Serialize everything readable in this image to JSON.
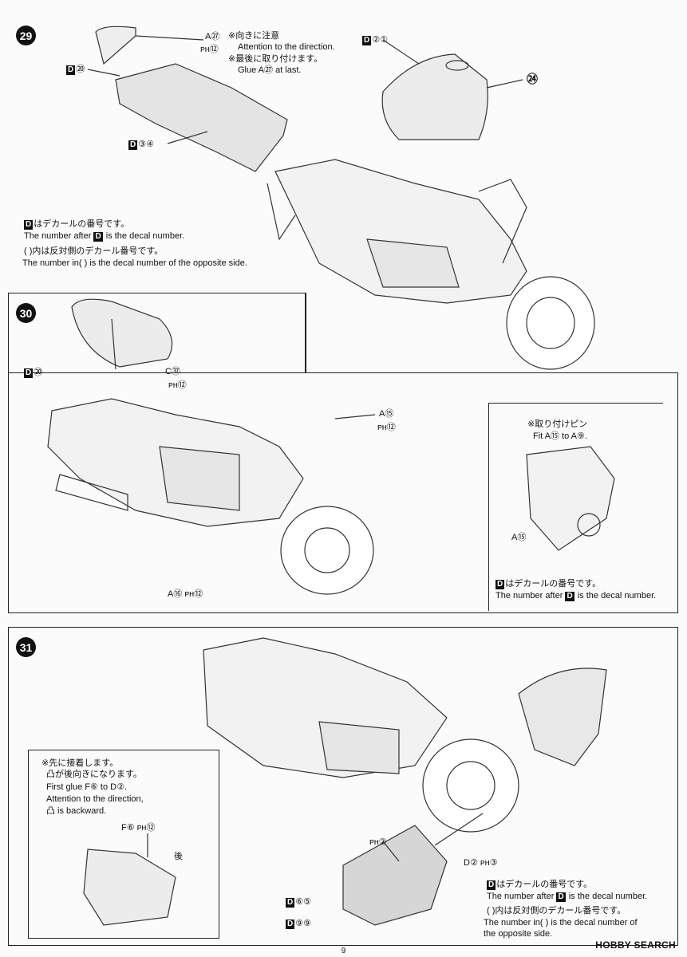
{
  "step29": {
    "number": "29",
    "label_a27": "A㉗",
    "label_ph12": "ᴘʜ⑫",
    "note_jp1": "※向きに注意",
    "note_en1": "Attention to the direction.",
    "note_jp2": "※最後に取り付けます。",
    "note_en2": "Glue A㉗ at last.",
    "label_d20": "⑳",
    "label_d34": "③④",
    "label_d21": "②①",
    "label_24": "㉔",
    "decal_jp": "はデカールの番号です。",
    "decal_en_pre": "The number after",
    "decal_en_post": "is the decal number.",
    "opp_jp": "( )内は反対側のデカール番号です。",
    "opp_en": "The number in( ) is the decal number of the opposite side."
  },
  "step30": {
    "number": "30",
    "label_d20": "⑳",
    "label_c37": "C㊲",
    "label_ph12a": "ᴘʜ⑫",
    "label_a15": "A⑮",
    "label_ph12b": "ᴘʜ⑫",
    "label_a16": "A⑯",
    "label_ph12c": "ᴘʜ⑫",
    "inset_jp": "※取り付けピン",
    "inset_en": "Fit A⑮ to A⑨.",
    "inset_a15": "A⑮",
    "decal_jp": "はデカールの番号です。",
    "decal_en_pre": "The number after",
    "decal_en_post": "is the decal number."
  },
  "step31": {
    "number": "31",
    "inset_l1": "※先に接着します。",
    "inset_l2": "凸が後向きになります。",
    "inset_l3": "First glue F⑥ to D②.",
    "inset_l4": "Attention to the direction,",
    "inset_l5": "凸 is backward.",
    "label_f6": "F⑥",
    "label_ph12": "ᴘʜ⑫",
    "label_back": "後",
    "label_ph2": "ᴘʜ②",
    "label_d2": "D②",
    "label_ph3": "ᴘʜ③",
    "label_d65": "⑥⑤",
    "label_d99": "⑨⑨",
    "decal_jp": "はデカールの番号です。",
    "decal_en_pre": "The number after",
    "decal_en_post": "is the decal number.",
    "opp_jp": "( )内は反対側のデカール番号です。",
    "opp_en1": "The number in( ) is the decal number of",
    "opp_en2": "the opposite side."
  },
  "decal_mark": "D",
  "page_number": "9",
  "logo": "HOBBY SEARCH"
}
